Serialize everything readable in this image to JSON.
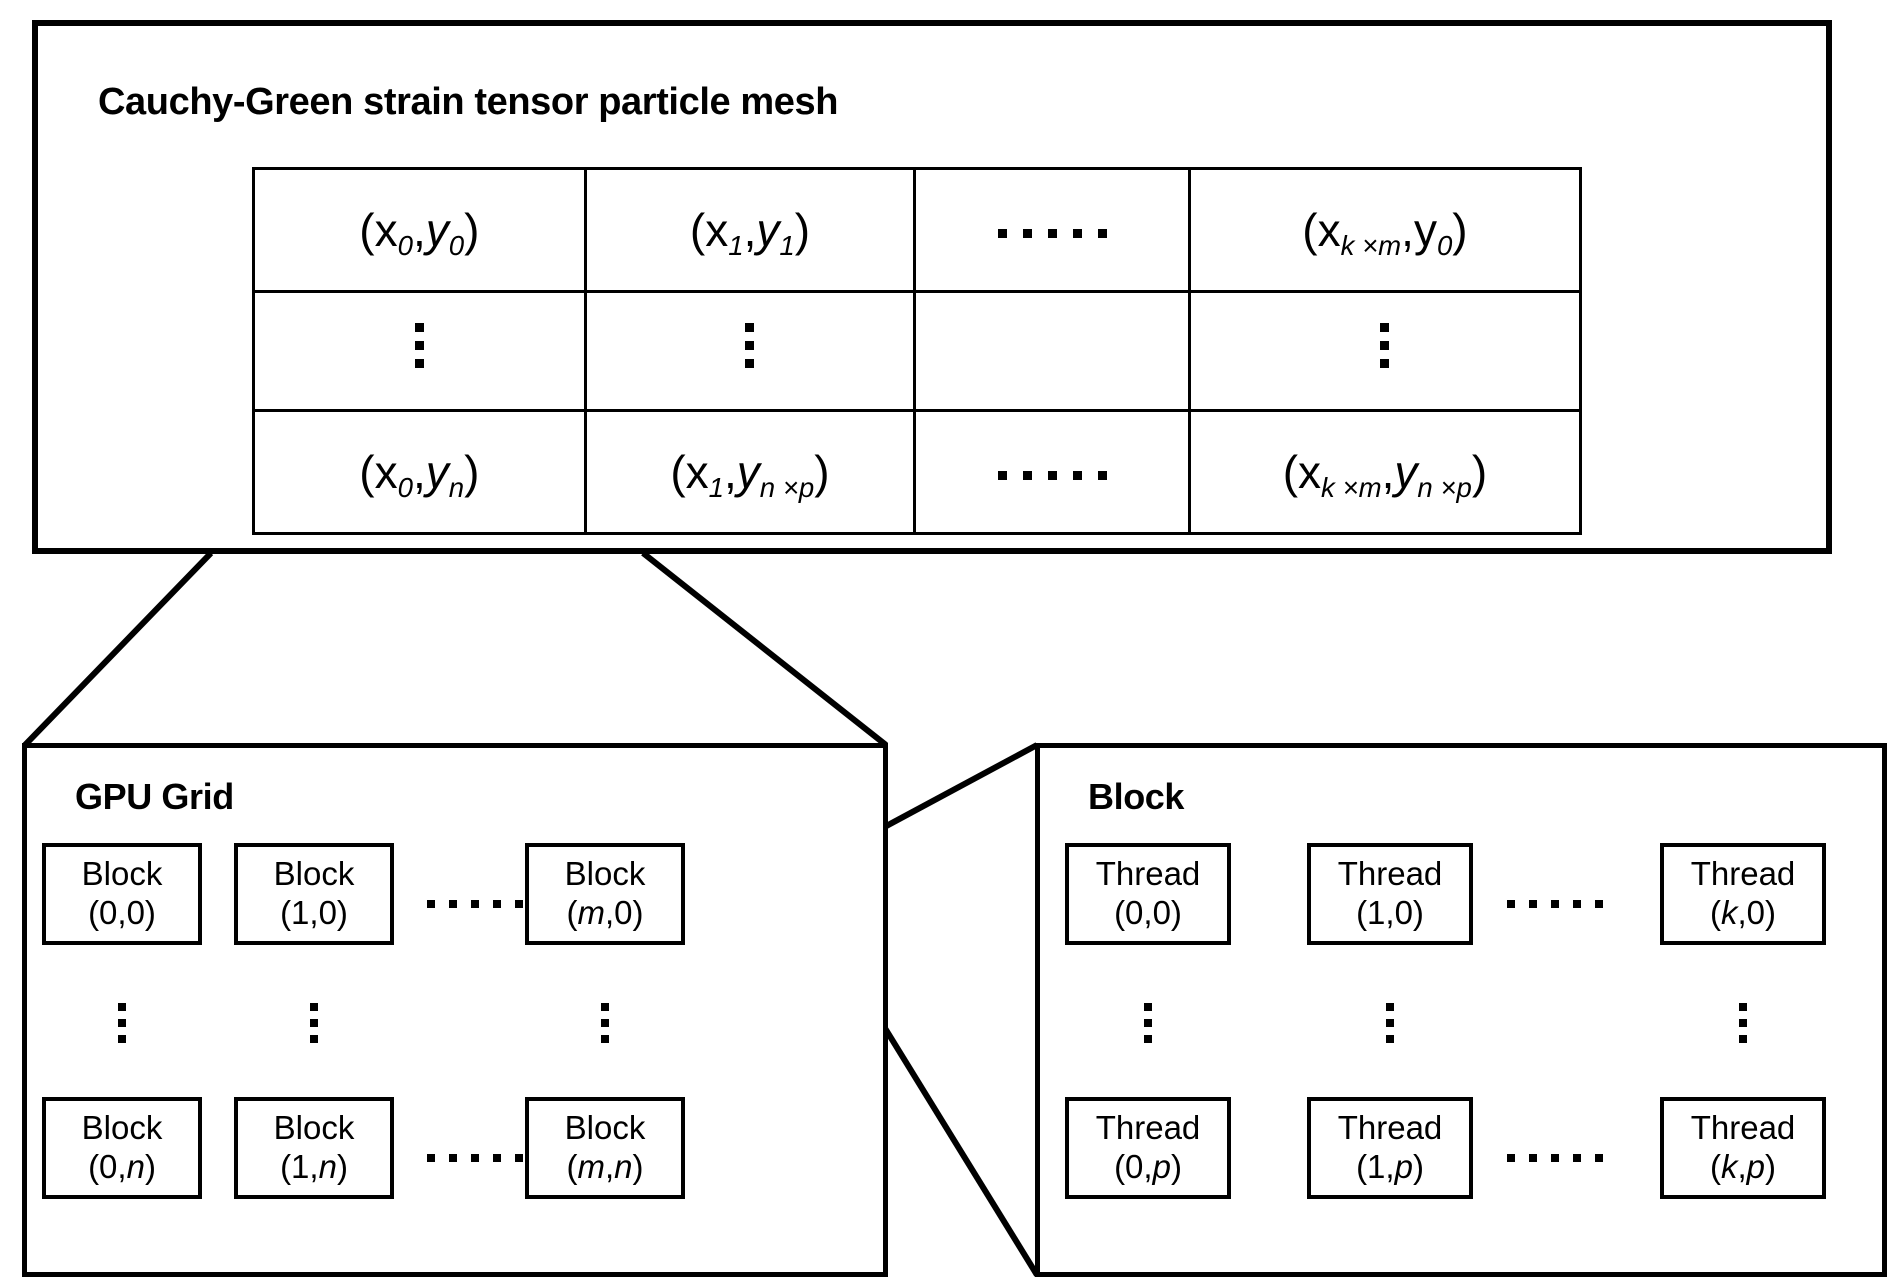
{
  "mesh": {
    "title": "Cauchy-Green strain tensor particle mesh",
    "table": {
      "rows": [
        {
          "type": "data",
          "cells": [
            {
              "kind": "coord",
              "x": "x",
              "xsub": "0",
              "y": "y",
              "ysub": "0"
            },
            {
              "kind": "coord",
              "x": "x",
              "xsub": "1",
              "y": "y",
              "ysub": "1"
            },
            {
              "kind": "hdots"
            },
            {
              "kind": "coord",
              "x": "x",
              "xsub": "k ×m",
              "y": "y",
              "ysub": "0"
            }
          ]
        },
        {
          "type": "dots",
          "cells": [
            {
              "kind": "vdots"
            },
            {
              "kind": "vdots"
            },
            {
              "kind": "empty"
            },
            {
              "kind": "vdots"
            }
          ]
        },
        {
          "type": "data",
          "cells": [
            {
              "kind": "coord",
              "x": "x",
              "xsub": "0",
              "y": "y",
              "ysub": "n"
            },
            {
              "kind": "coord",
              "x": "x",
              "xsub": "1",
              "y": "y",
              "ysub": "n ×p"
            },
            {
              "kind": "hdots"
            },
            {
              "kind": "coord",
              "x": "x",
              "xsub": "k ×m",
              "y": "y",
              "ysub": "n ×p"
            }
          ]
        }
      ]
    }
  },
  "grid": {
    "title": "GPU Grid",
    "blocks": [
      {
        "label": "Block",
        "index": "(0,0)"
      },
      {
        "label": "Block",
        "index": "(1,0)"
      },
      {
        "label": "Block",
        "index": "(m,0)"
      },
      {
        "label": "Block",
        "index": "(0,n)"
      },
      {
        "label": "Block",
        "index": "(1,n)"
      },
      {
        "label": "Block",
        "index": "(m,n)"
      }
    ]
  },
  "block": {
    "title": "Block",
    "threads": [
      {
        "label": "Thread",
        "index": "(0,0)"
      },
      {
        "label": "Thread",
        "index": "(1,0)"
      },
      {
        "label": "Thread",
        "index": "(k,0)"
      },
      {
        "label": "Thread",
        "index": "(0,p)"
      },
      {
        "label": "Thread",
        "index": "(1,p)"
      },
      {
        "label": "Thread",
        "index": "(k,p)"
      }
    ]
  },
  "colors": {
    "stroke": "#000000",
    "background": "#ffffff"
  }
}
